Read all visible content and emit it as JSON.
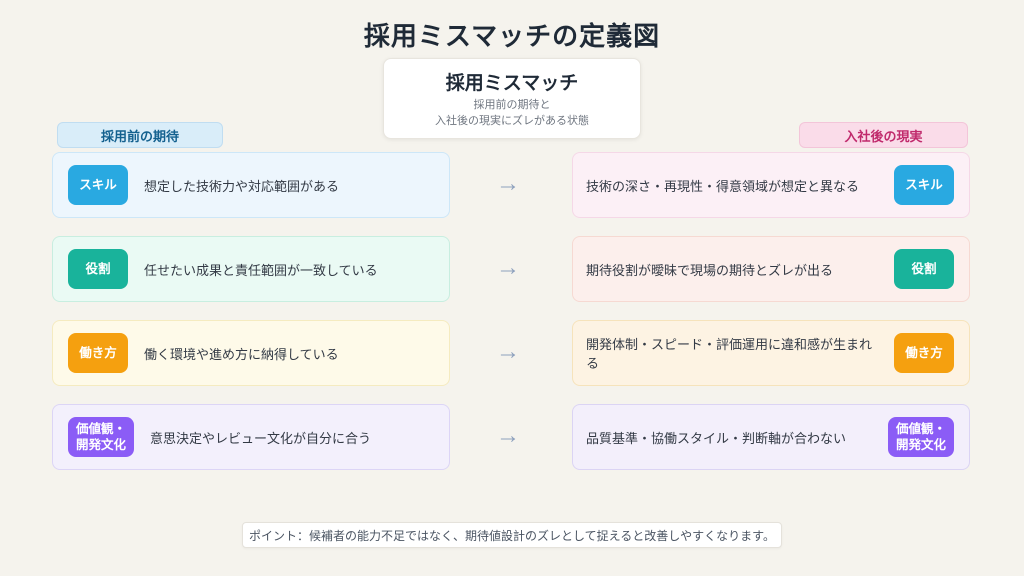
{
  "page_title": "採用ミスマッチの定義図",
  "definition_card": {
    "title": "採用ミスマッチ",
    "subtitle": "採用前の期待と\n入社後の現実にズレがある状態"
  },
  "left_column": {
    "header": "採用前の期待",
    "header_bg": "#d9edf9",
    "header_border": "#c0ddf1",
    "header_color": "#14618f"
  },
  "right_column": {
    "header": "入社後の現実",
    "header_bg": "#fadce9",
    "header_border": "#f3c5d9",
    "header_color": "#c02a6c"
  },
  "arrow_glyph": "→",
  "arrow_color": "#8da0bd",
  "rows": [
    {
      "badge_label": "スキル",
      "badge_color": "#29a9e1",
      "left_text": "想定した技術力や対応範囲がある",
      "right_text": "技術の深さ・再現性・得意領域が想定と異なる",
      "left_bg": "#edf6fd",
      "left_border": "#cde7f8",
      "right_bg": "#fcf0f6",
      "right_border": "#f5d8e7"
    },
    {
      "badge_label": "役割",
      "badge_color": "#19b39b",
      "left_text": "任せたい成果と責任範囲が一致している",
      "right_text": "期待役割が曖昧で現場の期待とズレが出る",
      "left_bg": "#eafaf4",
      "left_border": "#c8eee0",
      "right_bg": "#fcefec",
      "right_border": "#f6d9d2"
    },
    {
      "badge_label": "働き方",
      "badge_color": "#f5a00f",
      "left_text": "働く環境や進め方に納得している",
      "right_text": "開発体制・スピード・評価運用に違和感が生まれる",
      "left_bg": "#fefae9",
      "left_border": "#f5ebc0",
      "right_bg": "#fdf3e3",
      "right_border": "#f6e3bb"
    },
    {
      "badge_label": "価値観・\n開発文化",
      "badge_color": "#8b5cf6",
      "left_text": "意思決定やレビュー文化が自分に合う",
      "right_text": "品質基準・協働スタイル・判断軸が合わない",
      "left_bg": "#f3f0fc",
      "left_border": "#dcd5f6",
      "right_bg": "#f3effb",
      "right_border": "#dbd4f4"
    }
  ],
  "footer_note": "ポイント：候補者の能力不足ではなく、期待値設計のズレとして捉えると改善しやすくなります。"
}
